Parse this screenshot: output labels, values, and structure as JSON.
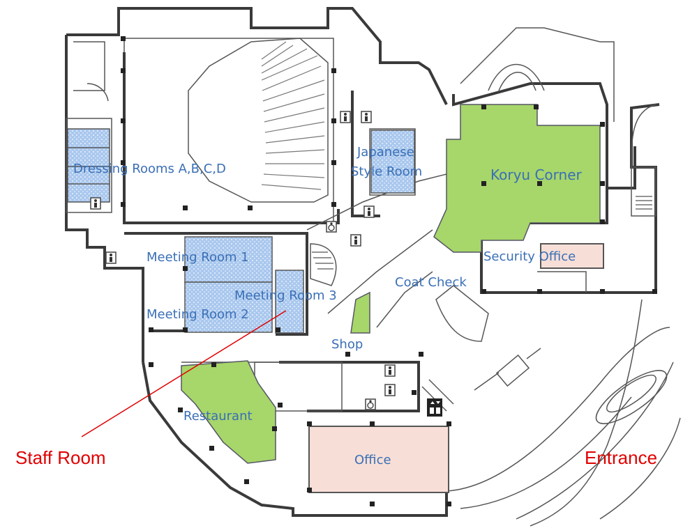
{
  "map": {
    "rooms": {
      "dressing_rooms": "Dressing Rooms A,B,C,D",
      "japanese_room_line1": "Japanese",
      "japanese_room_line2": "Style Room",
      "koryu_corner": "Koryu Corner",
      "meeting_room_1": "Meeting Room 1",
      "meeting_room_2": "Meeting Room 2",
      "meeting_room_3": "Meeting Room 3",
      "security_office": "Security Office",
      "coat_check": "Coat Check",
      "shop": "Shop",
      "restaurant": "Restaurant",
      "office": "Office"
    },
    "callouts": {
      "staff_room": "Staff Room",
      "entrance": "Entrance"
    },
    "colors": {
      "meeting": "#aac8ee",
      "public": "#a7d66a",
      "office": "#f7dfd7",
      "label": "#3a6fb6",
      "callout": "#e00000"
    },
    "icons": [
      "restroom-icon",
      "wheelchair-icon",
      "elevator-icon",
      "stairs-icon"
    ]
  }
}
